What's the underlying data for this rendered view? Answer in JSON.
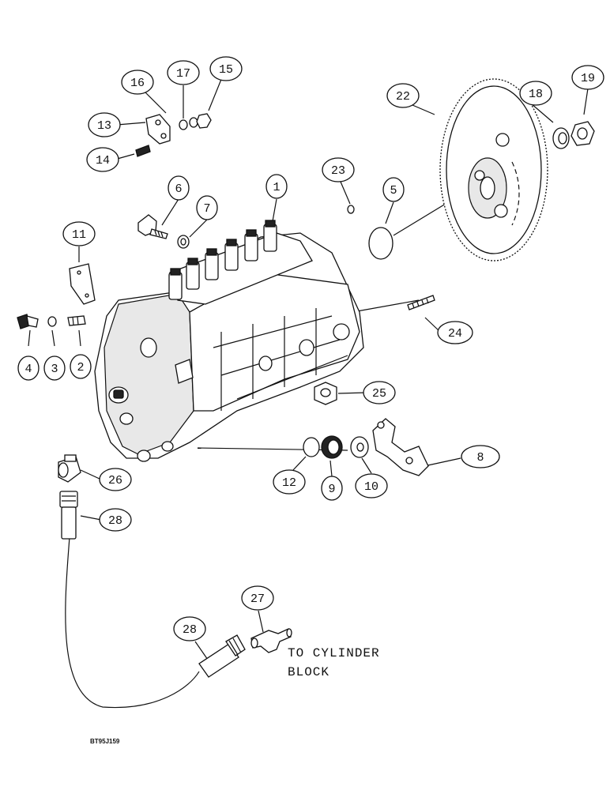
{
  "callouts": [
    {
      "id": "c1",
      "label": "1"
    },
    {
      "id": "c2",
      "label": "2"
    },
    {
      "id": "c3",
      "label": "3"
    },
    {
      "id": "c4",
      "label": "4"
    },
    {
      "id": "c5",
      "label": "5"
    },
    {
      "id": "c6",
      "label": "6"
    },
    {
      "id": "c7",
      "label": "7"
    },
    {
      "id": "c8",
      "label": "8"
    },
    {
      "id": "c9",
      "label": "9"
    },
    {
      "id": "c10",
      "label": "10"
    },
    {
      "id": "c11",
      "label": "11"
    },
    {
      "id": "c12",
      "label": "12"
    },
    {
      "id": "c13",
      "label": "13"
    },
    {
      "id": "c14",
      "label": "14"
    },
    {
      "id": "c15",
      "label": "15"
    },
    {
      "id": "c16",
      "label": "16"
    },
    {
      "id": "c17",
      "label": "17"
    },
    {
      "id": "c18",
      "label": "18"
    },
    {
      "id": "c19",
      "label": "19"
    },
    {
      "id": "c22",
      "label": "22"
    },
    {
      "id": "c23",
      "label": "23"
    },
    {
      "id": "c24",
      "label": "24"
    },
    {
      "id": "c25",
      "label": "25"
    },
    {
      "id": "c26",
      "label": "26"
    },
    {
      "id": "c27",
      "label": "27"
    },
    {
      "id": "c28a",
      "label": "28"
    },
    {
      "id": "c28b",
      "label": "28"
    }
  ],
  "note": {
    "line1": "TO CYLINDER",
    "line2": "BLOCK"
  },
  "figure_code": "BT95J159"
}
